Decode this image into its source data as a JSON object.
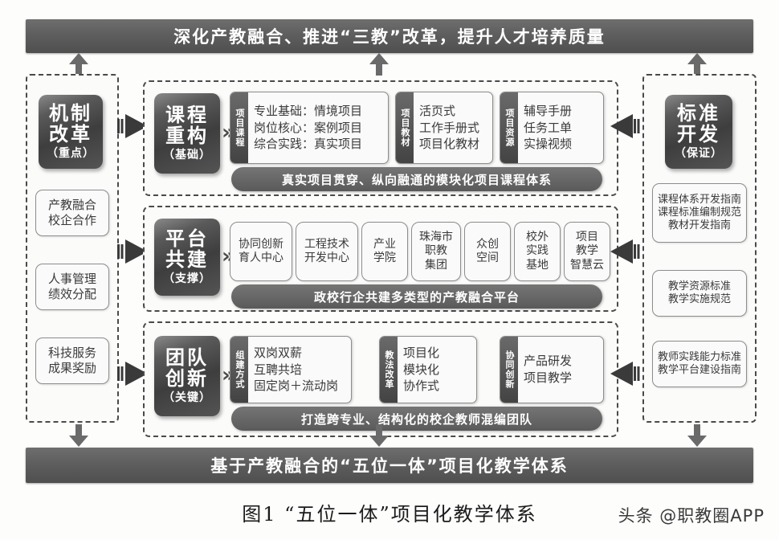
{
  "top_banner": "深化产教融合、推进“三教”改革，提升人才培养质量",
  "bottom_banner": "基于产教融合的“五位一体”项目化教学体系",
  "caption": "图1  “五位一体”项目化教学体系",
  "watermark": "头条 @职教圈APP",
  "chevron": "»",
  "left_column": {
    "pillar": {
      "title_line1": "机制",
      "title_line2": "改革",
      "sub": "（重点）"
    },
    "items": [
      {
        "line1": "产教融合",
        "line2": "校企合作"
      },
      {
        "line1": "人事管理",
        "line2": "绩效分配"
      },
      {
        "line1": "科技服务",
        "line2": "成果奖励"
      }
    ]
  },
  "right_column": {
    "pillar": {
      "title_line1": "标准",
      "title_line2": "开发",
      "sub": "（保证）"
    },
    "items": [
      {
        "line1": "课程体系开发指南",
        "line2": "课程标准编制规范",
        "line3": "教材开发指南"
      },
      {
        "line1": "教学资源标准",
        "line2": "教学实施规范",
        "line3": ""
      },
      {
        "line1": "教师实践能力标准",
        "line2": "教学平台建设指南",
        "line3": ""
      }
    ]
  },
  "rows": [
    {
      "pillar": {
        "title_line1": "课程",
        "title_line2": "重构",
        "sub": "（基础）"
      },
      "groups": [
        {
          "tab": "项目课程",
          "lines": [
            "专业基础：情境项目",
            "岗位核心：案例项目",
            "综合实践：真实项目"
          ]
        },
        {
          "tab": "项目教材",
          "lines": [
            "活页式",
            "工作手册式",
            "项目化教材"
          ]
        },
        {
          "tab": "项目资源",
          "lines": [
            "辅导手册",
            "任务工单",
            "实操视频"
          ]
        }
      ],
      "ribbon": "真实项目贯穿、纵向融通的模块化项目课程体系"
    },
    {
      "pillar": {
        "title_line1": "平台",
        "title_line2": "共建",
        "sub": "（支撑）"
      },
      "pills": [
        {
          "line1": "协同创新",
          "line2": "育人中心",
          "line3": ""
        },
        {
          "line1": "工程技术",
          "line2": "开发中心",
          "line3": ""
        },
        {
          "line1": "产业",
          "line2": "学院",
          "line3": ""
        },
        {
          "line1": "珠海市",
          "line2": "职教",
          "line3": "集团"
        },
        {
          "line1": "众创",
          "line2": "空间",
          "line3": ""
        },
        {
          "line1": "校外",
          "line2": "实践",
          "line3": "基地"
        },
        {
          "line1": "项目",
          "line2": "教学",
          "line3": "智慧云"
        }
      ],
      "ribbon": "政校行企共建多类型的产教融合平台"
    },
    {
      "pillar": {
        "title_line1": "团队",
        "title_line2": "创新",
        "sub": "（关键）"
      },
      "groups": [
        {
          "tab": "组建方式",
          "lines": [
            "双岗双薪",
            "互聘共培",
            "固定岗＋流动岗"
          ]
        },
        {
          "tab": "教法改革",
          "lines": [
            "项目化",
            "模块化",
            "协作式"
          ]
        },
        {
          "tab": "协同创新",
          "lines": [
            "产品研发",
            "",
            "项目教学"
          ]
        }
      ],
      "ribbon": "打造跨专业、结构化的校企教师混编团队"
    }
  ]
}
